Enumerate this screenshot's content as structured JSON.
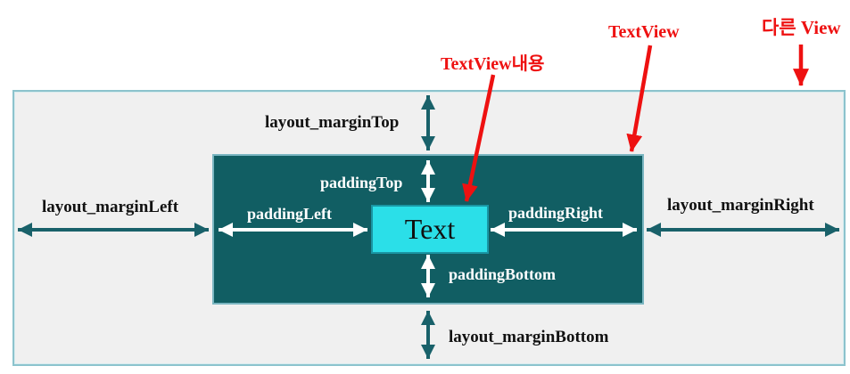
{
  "colors": {
    "teal-dark": "#115e63",
    "teal-arrow": "#19616a",
    "light-border": "#8cc3cd",
    "light-border-2": "#7ab6c1",
    "outer-fill": "#f0f0f0",
    "cyan-fill": "#2bdfe8",
    "cyan-border": "#1a96a4",
    "red": "#ee1111"
  },
  "text_box": {
    "label": "Text"
  },
  "margin_labels": {
    "top": "layout_marginTop",
    "left": "layout_marginLeft",
    "right": "layout_marginRight",
    "bottom": "layout_marginBottom"
  },
  "padding_labels": {
    "top": "paddingTop",
    "left": "paddingLeft",
    "right": "paddingRight",
    "bottom": "paddingBottom"
  },
  "annotations": {
    "textview_content": "TextView내용",
    "textview": "TextView",
    "other_view": "다른 View"
  }
}
